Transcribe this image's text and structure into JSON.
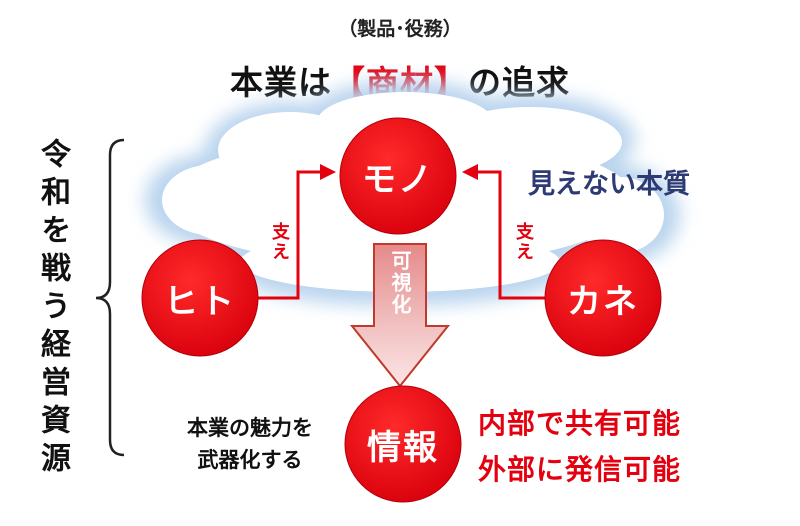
{
  "subtitle": "（製品･役務）",
  "title": {
    "pre": "本業は",
    "accent": "【商材】",
    "post": "の追求"
  },
  "vertical_label": "令和を戦う経営資源",
  "hidden_essence": "見えない本質",
  "nodes": {
    "mono": "モノ",
    "hito": "ヒト",
    "kane": "カネ",
    "jouhou": "情報"
  },
  "support_label": "支え",
  "visualize_label": "可視化",
  "weapon_text": {
    "line1": "本業の魅力を",
    "line2": "武器化する"
  },
  "share_text": {
    "line1": "内部で共有可能",
    "line2": "外部に発信可能"
  },
  "colors": {
    "accent_red": "#e3000f",
    "cloud_glow": "#b9d4ee",
    "text_navy": "#2d3a73"
  }
}
